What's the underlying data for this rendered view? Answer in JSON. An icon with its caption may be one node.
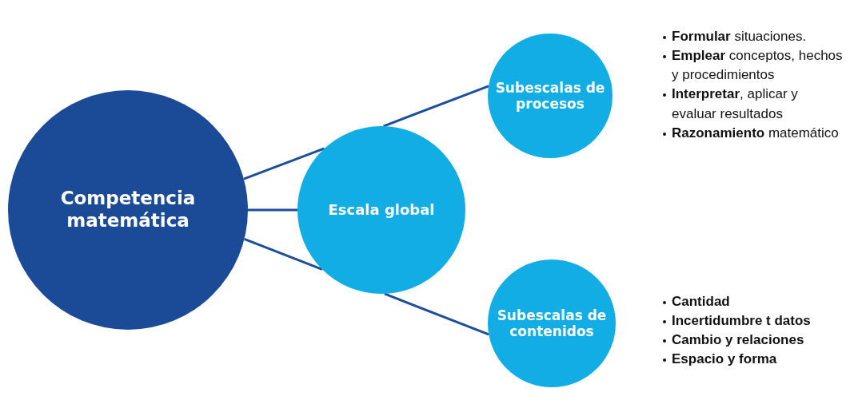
{
  "diagram": {
    "nodes": [
      {
        "text": [
          "Competencia matemática"
        ]
      },
      {
        "text": [
          "Escala global"
        ]
      },
      {
        "text": [
          "Subescalas de procesos"
        ],
        "beside": [
          "**Formular** situaciones.",
          "**Emplear** conceptos, hechos y procedimientos",
          "**Interpretar**, aplicar y evaluar resultados",
          "**Razonamiento** matemático"
        ]
      },
      {
        "text": [
          "Subescalas de contenidos"
        ],
        "beside": [
          "Cantidad",
          "Incertidumbre t datos",
          "Cambio y relaciones",
          "Espacio y forma"
        ]
      }
    ],
    "edges": [
      {
        "from": 0,
        "to": 1,
        "arrow": "none"
      },
      {
        "from": 1,
        "to": 2,
        "arrow": "none"
      },
      {
        "from": 0,
        "to": 1,
        "arrow": "none"
      },
      {
        "from": 0,
        "to": 1,
        "arrow": "none"
      },
      {
        "from": 1,
        "to": 3,
        "arrow": "none"
      }
    ]
  }
}
